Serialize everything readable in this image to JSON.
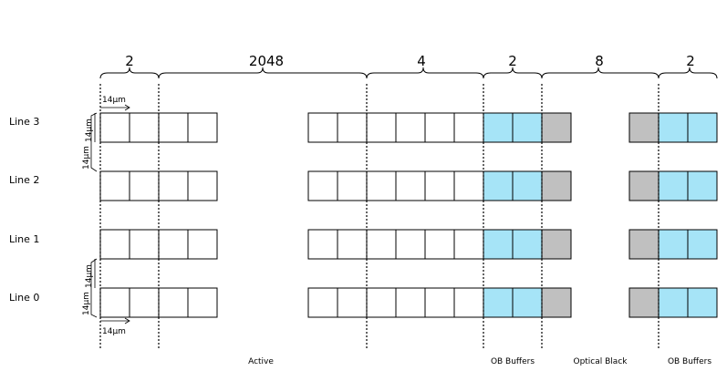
{
  "brace_counts": [
    "2",
    "2048",
    "4",
    "2",
    "8",
    "2"
  ],
  "lines": [
    {
      "label": "Line 3"
    },
    {
      "label": "Line 2"
    },
    {
      "label": "Line 1"
    },
    {
      "label": "Line 0"
    }
  ],
  "pixel_pitch": "14µm",
  "regions": [
    "Active",
    "OB Buffers",
    "Optical Black",
    "OB Buffers"
  ],
  "cells": [
    {
      "type": "active"
    },
    {
      "type": "active"
    },
    {
      "type": "active"
    },
    {
      "type": "active"
    },
    {
      "type": "active"
    },
    {
      "type": "active"
    },
    {
      "type": "active"
    },
    {
      "type": "active"
    },
    {
      "type": "active"
    },
    {
      "type": "active"
    },
    {
      "type": "buffer"
    },
    {
      "type": "buffer"
    },
    {
      "type": "black"
    },
    {
      "type": "black"
    },
    {
      "type": "buffer"
    },
    {
      "type": "buffer"
    }
  ],
  "colors": {
    "active": "#ffffff",
    "buffer": "#a6e4f7",
    "black": "#c0c0c0"
  }
}
